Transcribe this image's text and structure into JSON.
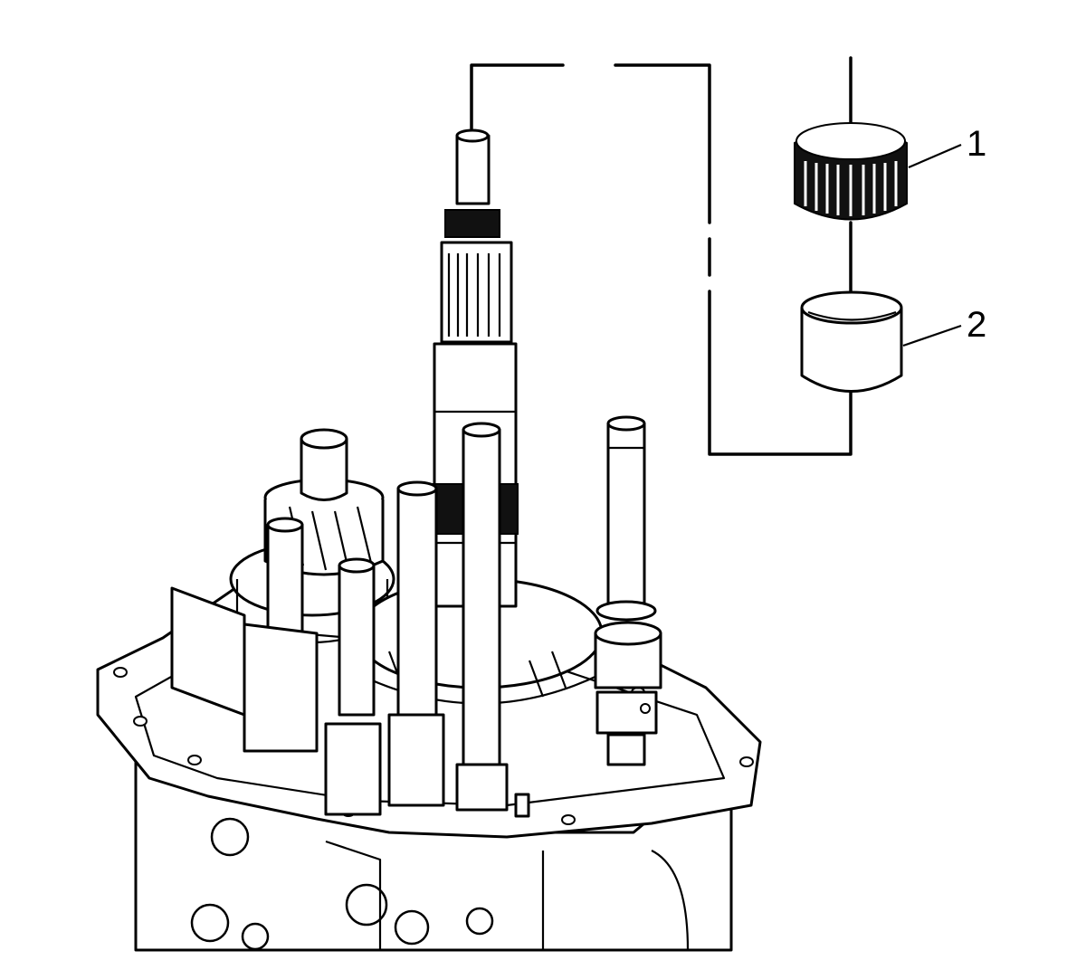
{
  "diagram": {
    "type": "exploded-assembly-illustration",
    "callouts": [
      {
        "id": 1,
        "label": "1",
        "part_icon": "needle-bearing-icon"
      },
      {
        "id": 2,
        "label": "2",
        "part_icon": "bearing-sleeve-icon"
      }
    ],
    "colors": {
      "line": "#000000",
      "background": "#ffffff"
    }
  }
}
